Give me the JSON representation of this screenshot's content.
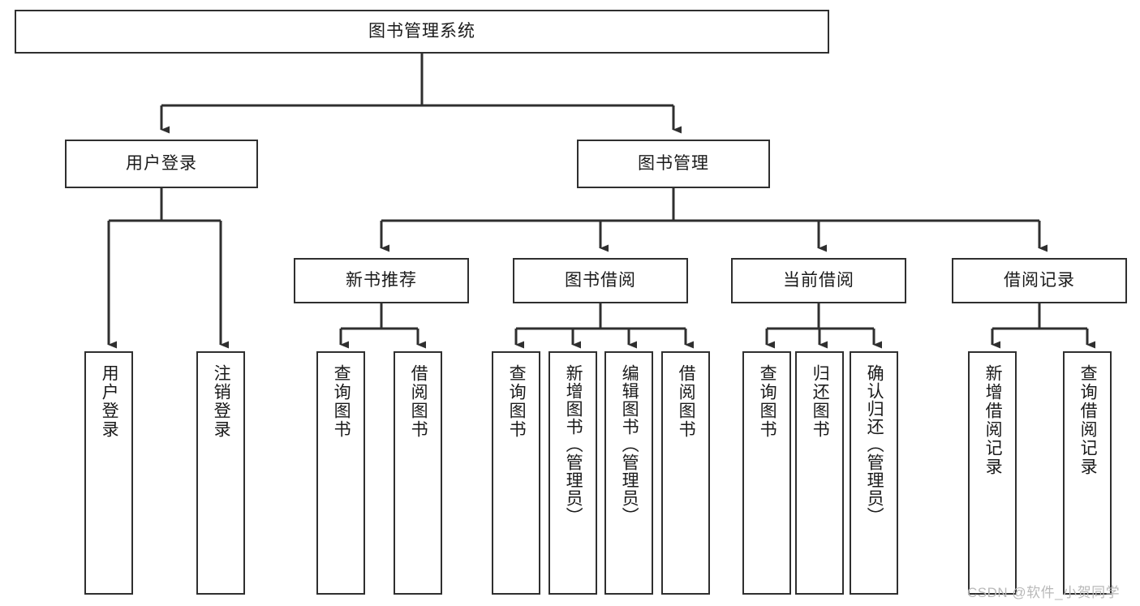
{
  "diagram": {
    "title": "图书管理系统",
    "type": "tree-hierarchy",
    "watermark": "CSDN @软件_小贺同学",
    "colors": {
      "border": "#2f2f2f",
      "fill": "#ffffff",
      "text": "#1a1a1a",
      "edge": "#2f2f2f",
      "watermark": "#b9b9b9"
    },
    "nodes": {
      "root": {
        "label": "图书管理系统"
      },
      "level1": [
        {
          "id": "user-login",
          "label": "用户登录"
        },
        {
          "id": "book-manage",
          "label": "图书管理"
        }
      ],
      "level2": [
        {
          "id": "new-book-rec",
          "label": "新书推荐"
        },
        {
          "id": "book-borrow",
          "label": "图书借阅"
        },
        {
          "id": "current-borrow",
          "label": "当前借阅"
        },
        {
          "id": "borrow-record",
          "label": "借阅记录"
        }
      ],
      "leaves": {
        "user_login": [
          {
            "id": "leaf-user-login",
            "label": "用户登录"
          },
          {
            "id": "leaf-user-logout",
            "label": "注销登录"
          }
        ],
        "new_book_rec": [
          {
            "id": "leaf-query-book-1",
            "label": "查询图书"
          },
          {
            "id": "leaf-borrow-book-1",
            "label": "借阅图书"
          }
        ],
        "book_borrow": [
          {
            "id": "leaf-query-book-2",
            "label": "查询图书"
          },
          {
            "id": "leaf-add-book",
            "label": "新增图书（管理员）"
          },
          {
            "id": "leaf-edit-book",
            "label": "编辑图书（管理员）"
          },
          {
            "id": "leaf-borrow-book-2",
            "label": "借阅图书"
          }
        ],
        "current_borrow": [
          {
            "id": "leaf-query-book-3",
            "label": "查询图书"
          },
          {
            "id": "leaf-return-book",
            "label": "归还图书"
          },
          {
            "id": "leaf-confirm-return",
            "label": "确认归还（管理员）"
          }
        ],
        "borrow_record": [
          {
            "id": "leaf-add-record",
            "label": "新增借阅记录"
          },
          {
            "id": "leaf-query-record",
            "label": "查询借阅记录"
          }
        ]
      }
    }
  }
}
